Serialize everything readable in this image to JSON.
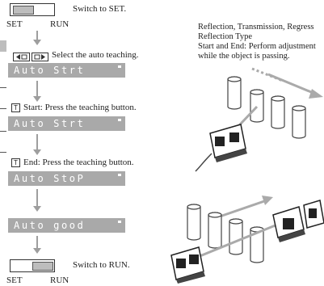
{
  "step1": {
    "label": "Switch to SET.",
    "left_label": "SET",
    "right_label": "RUN"
  },
  "step2": {
    "label": "Select the auto teaching.",
    "display": "Auto Strt"
  },
  "step3": {
    "key": "T",
    "label": "Start: Press the teaching button.",
    "display": "Auto Strt"
  },
  "step4": {
    "key": "T",
    "label": "End: Press the teaching button.",
    "display": "Auto StoP"
  },
  "step5": {
    "display": "Auto good"
  },
  "step6": {
    "label": "Switch to RUN.",
    "left_label": "SET",
    "right_label": "RUN"
  },
  "notes": {
    "line1": "Reflection, Transmission, Regress",
    "line2": "Reflection Type",
    "line3": "Start and End: Perform adjustment",
    "line4": "while the object is passing."
  },
  "icons": [
    "left-right-arrow-buttons-icon",
    "sensor-conveyor-illustration",
    "sensor-reflection-illustration"
  ]
}
